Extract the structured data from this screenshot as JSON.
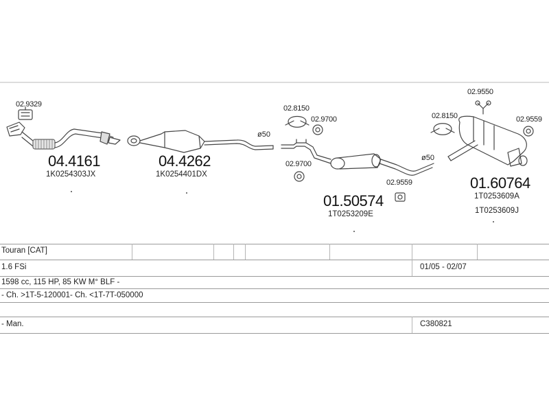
{
  "parts": {
    "cat_converter": {
      "number": "04.4161",
      "oem": "1K0254303JX"
    },
    "clamp_front": {
      "number": "02.9329"
    },
    "front_pipe": {
      "number": "04.4262",
      "oem": "1K0254401DX"
    },
    "diameter_front": "ø50",
    "gasket_mid": {
      "number": "02.8150"
    },
    "rubber_mid_top": {
      "number": "02.9700"
    },
    "rubber_mid_bottom": {
      "number": "02.9700"
    },
    "middle_silencer": {
      "number": "01.50574",
      "oem": "1T0253209E"
    },
    "clamp_mid": {
      "number": "02.9559"
    },
    "diameter_rear": "ø50",
    "gasket_rear": {
      "number": "02.8150"
    },
    "hanger_rear": {
      "number": "02.9550"
    },
    "rubber_rear": {
      "number": "02.9559"
    },
    "rear_silencer": {
      "number": "01.60764",
      "oem_a": "1T0253609A",
      "oem_b": "1T0253609J"
    }
  },
  "table": {
    "model": "Touran  [CAT]",
    "engine": "1.6 FSi",
    "period": "01/05 - 02/07",
    "spec": "1598 cc, 115 HP, 85 KW M° BLF -",
    "chassis": "- Ch. >1T-5-120001- Ch. <1T-7T-050000",
    "transmission": "- Man.",
    "code": "C380821"
  },
  "colors": {
    "line": "#9a9a9a",
    "part": "#444444"
  }
}
